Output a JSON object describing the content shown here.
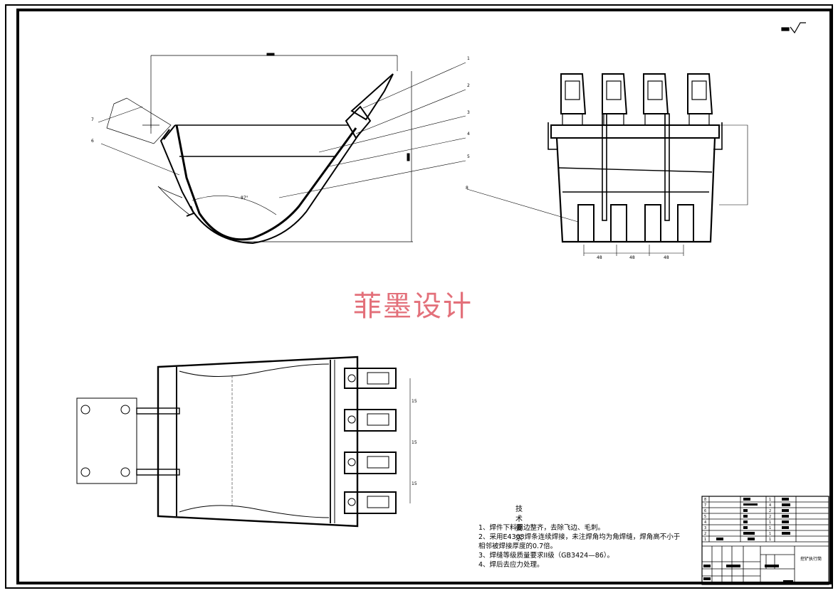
{
  "watermark": "菲墨设计",
  "technical_requirements": {
    "title": "技术要求",
    "items": [
      "1、焊件下料周边整齐，去除飞边、毛刺。",
      "2、采用E4303焊条连续焊接，未注焊角均为角焊缝，焊角高不小于",
      "相邻被焊接厚度的0.7倍。",
      "3、焊缝等级质量要求II级（GB3424—86）。",
      "4、焊后去应力处理。"
    ]
  },
  "part_callouts": [
    "1",
    "2",
    "3",
    "4",
    "5",
    "6",
    "7",
    "8"
  ],
  "angle_label": "87°",
  "dimensions": {
    "pitch_front": [
      "48",
      "48",
      "48"
    ],
    "pitch_top": [
      "15",
      "15",
      "15"
    ]
  },
  "title_block": {
    "drawing_name": "挖铲执行筒",
    "row_numbers": [
      "8",
      "7",
      "6",
      "5",
      "4",
      "3",
      "2",
      "1"
    ],
    "quantities": [
      "1",
      "4",
      "2",
      "2",
      "1",
      "1",
      "1",
      "1"
    ]
  },
  "colors": {
    "line": "#000000",
    "watermark": "#e3707a"
  }
}
